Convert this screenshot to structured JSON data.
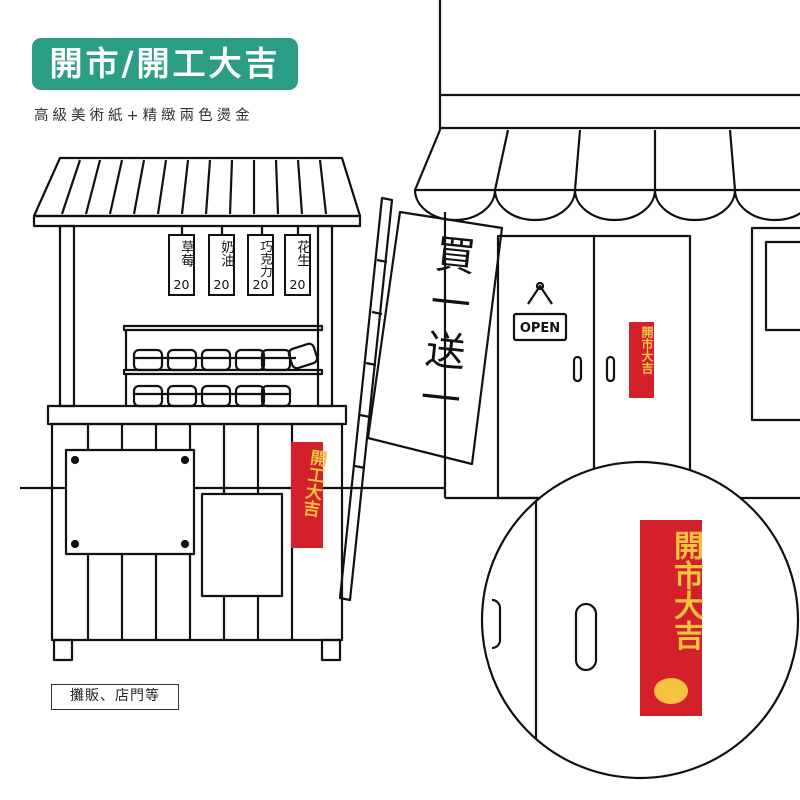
{
  "title": "開市/開工大吉",
  "subtitle": "高級美術紙+精緻兩色燙金",
  "caption": "攤販、店門等",
  "stall_tags": [
    {
      "name": "草莓",
      "price": "20"
    },
    {
      "name": "奶油",
      "price": "20"
    },
    {
      "name": "巧克力",
      "price": "20"
    },
    {
      "name": "花生",
      "price": "20"
    }
  ],
  "flag_chars": [
    "買",
    "一",
    "送",
    "一"
  ],
  "door_sign": "OPEN",
  "cards": {
    "stall": "開工大吉",
    "door": "開市大吉",
    "zoom": "開市大吉"
  },
  "colors": {
    "brand": "#2a9d84",
    "card_red": "#d3202a",
    "gold": "#f5c242"
  }
}
